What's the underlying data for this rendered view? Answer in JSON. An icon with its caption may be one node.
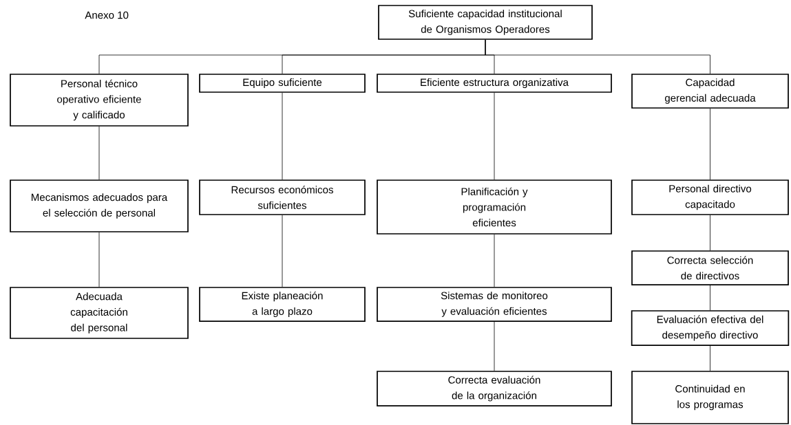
{
  "diagram": {
    "nodes": [
      {
        "text": [
          "Suficiente capacidad institucional de Organismos Operadores"
        ]
      },
      {
        "text": [
          "Personal técnico operativo eficiente y calificado"
        ]
      },
      {
        "text": [
          "Equipo suficiente"
        ]
      },
      {
        "text": [
          "Eficiente estructura organizativa"
        ]
      },
      {
        "text": [
          "Capacidad gerencial adecuada"
        ]
      },
      {
        "text": [
          "Mecanismos adecuados para el selección de personal"
        ]
      },
      {
        "text": [
          "Recursos económicos suficientes"
        ]
      },
      {
        "text": [
          "Planificación y programación eficientes"
        ]
      },
      {
        "text": [
          "Personal directivo capacitado"
        ]
      },
      {
        "text": [
          "Adecuada capacitación del personal"
        ]
      },
      {
        "text": [
          "Existe planeación a largo plazo"
        ]
      },
      {
        "text": [
          "Sistemas de monitoreo y evaluación eficientes"
        ]
      },
      {
        "text": [
          "Correcta selección de directivos"
        ]
      },
      {
        "text": [
          "Evaluación efectiva del desempeño directivo"
        ]
      },
      {
        "text": [
          "Correcta evaluación de la organización"
        ]
      },
      {
        "text": [
          "Continuidad en los programas"
        ]
      }
    ],
    "edges": [
      {
        "from": 0,
        "to": 1,
        "arrow": "none"
      },
      {
        "from": 0,
        "to": 2,
        "arrow": "none"
      },
      {
        "from": 0,
        "to": 3,
        "arrow": "none"
      },
      {
        "from": 0,
        "to": 4,
        "arrow": "none"
      },
      {
        "from": 1,
        "to": 5,
        "arrow": "none"
      },
      {
        "from": 5,
        "to": 9,
        "arrow": "none"
      },
      {
        "from": 2,
        "to": 6,
        "arrow": "none"
      },
      {
        "from": 6,
        "to": 10,
        "arrow": "none"
      },
      {
        "from": 3,
        "to": 7,
        "arrow": "none"
      },
      {
        "from": 7,
        "to": 11,
        "arrow": "none"
      },
      {
        "from": 11,
        "to": 14,
        "arrow": "none"
      },
      {
        "from": 4,
        "to": 8,
        "arrow": "none"
      },
      {
        "from": 8,
        "to": 12,
        "arrow": "none"
      },
      {
        "from": 12,
        "to": 13,
        "arrow": "none"
      },
      {
        "from": 13,
        "to": 15,
        "arrow": "none"
      }
    ],
    "labels": [
      "Anexo  10"
    ]
  }
}
